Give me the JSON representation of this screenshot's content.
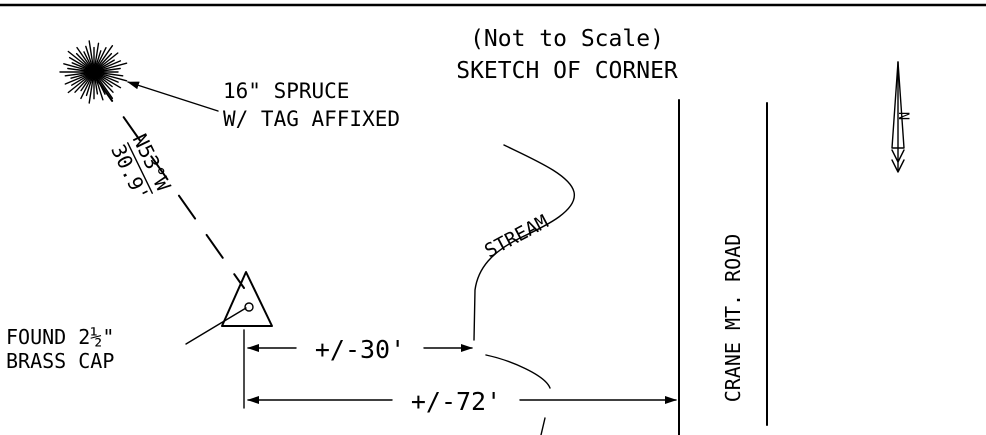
{
  "header": {
    "scale_note": "(Not to Scale)",
    "title": "SKETCH OF CORNER"
  },
  "labels": {
    "tree": [
      "16\" SPRUCE",
      "W/ TAG AFFIXED"
    ],
    "bearing": "N53°W",
    "distance": "30.9'",
    "stream": "STREAM",
    "monument": [
      "FOUND 2½\"",
      "BRASS CAP"
    ],
    "dim_stream": "+/-30'",
    "dim_road": "+/-72'",
    "road": "CRANE MT. ROAD"
  },
  "north_arrow": {
    "icon": "north-arrow-icon",
    "letter": "N"
  },
  "colors": {
    "ink": "#000000",
    "paper": "#ffffff"
  }
}
